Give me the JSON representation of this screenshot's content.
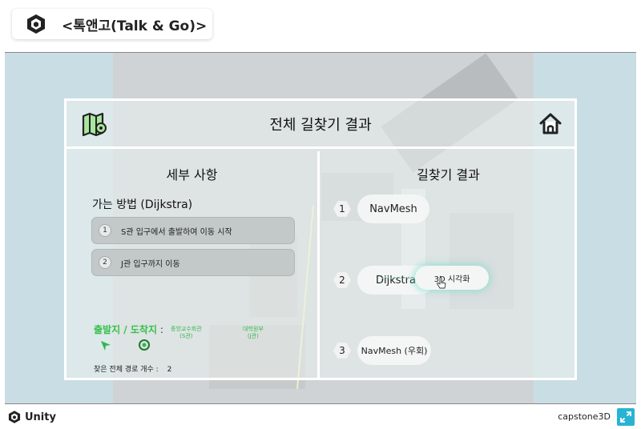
{
  "header": {
    "title": "<톡앤고(Talk & Go)>",
    "logo_icon": "unity-cube-icon"
  },
  "panel": {
    "title": "전체 길찾기 결과",
    "left": {
      "title": "세부 사항",
      "method": "가는 방법 (Dijkstra)",
      "steps": [
        {
          "num": "1",
          "text": "S관 입구에서 출발하여 이동 시작"
        },
        {
          "num": "2",
          "text": "J관 입구까지 이동"
        }
      ],
      "legend_start": "출발지",
      "legend_sep": " / ",
      "legend_end": "도착지",
      "legend_colon": " :",
      "start_place_line1": "중앙교수회관",
      "start_place_line2": "(S관)",
      "end_place_line1": "대학원부",
      "end_place_line2": "(J관)",
      "count_label": "찾은 전체 경로 개수 :",
      "count_value": "2"
    },
    "right": {
      "title": "길찾기 결과",
      "routes": [
        {
          "num": "1",
          "label": "NavMesh"
        },
        {
          "num": "2",
          "label": "Dijkstra"
        },
        {
          "num": "3",
          "label": "NavMesh (우회)"
        }
      ],
      "viz_button": "3D 시각화"
    }
  },
  "footer": {
    "brand": "Unity",
    "project": "capstone3D"
  },
  "colors": {
    "accent_green": "#36c04a",
    "fullscreen_blue": "#29b3d3"
  }
}
